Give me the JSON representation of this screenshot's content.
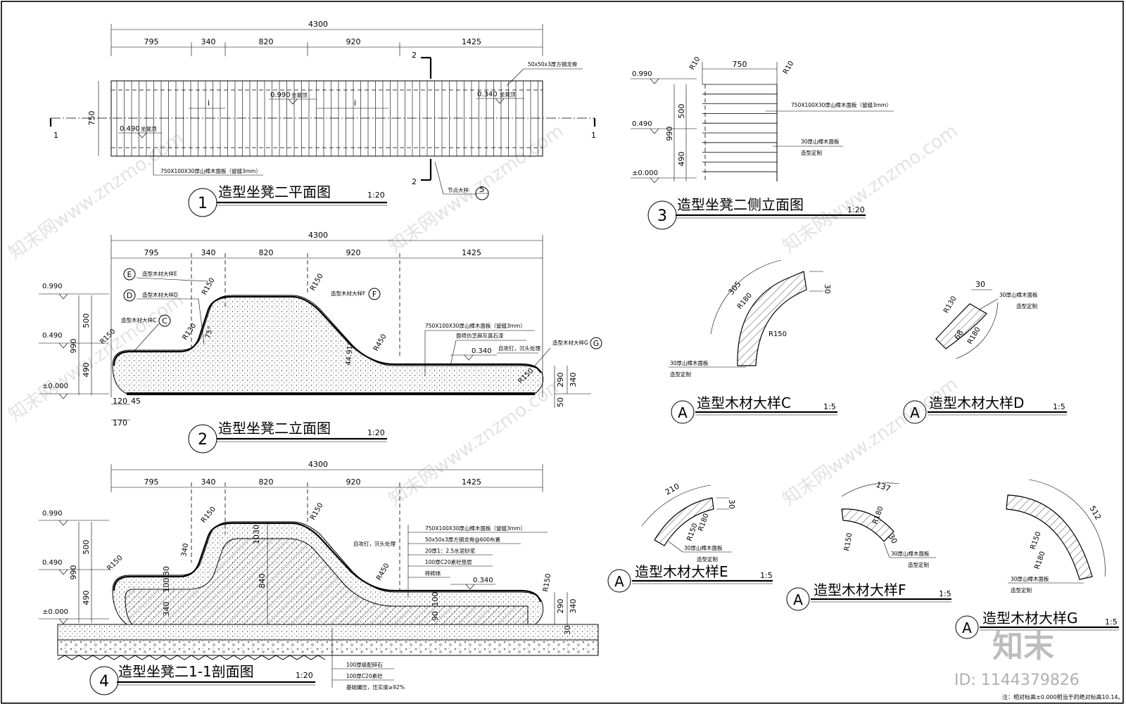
{
  "dims": {
    "overall": "4300",
    "segments": [
      "795",
      "340",
      "820",
      "920",
      "1425"
    ],
    "plan_depth": "750",
    "side_width": "750",
    "side_heights": [
      "500",
      "490"
    ],
    "side_total": "990",
    "elev_extra": [
      "120",
      "45",
      "170"
    ],
    "elev_right": [
      "290",
      "340",
      "50"
    ],
    "sec_right": [
      "290",
      "340"
    ],
    "sec_inner": [
      "840",
      "1030",
      "100",
      "30",
      "340",
      "100",
      "90",
      "30"
    ]
  },
  "levels": {
    "l990": "0.990",
    "l490": "0.490",
    "l000": "±0.000",
    "l340": "0.340"
  },
  "radii": {
    "r150": "R150",
    "r130": "R130",
    "r450": "R450",
    "r10": "R10",
    "r180": "R180",
    "angle": "75°",
    "angle2": "44.91°"
  },
  "plan": {
    "title": "造型坐凳二平面图",
    "scale": "1:20",
    "num": "1",
    "seat_top": "坐凳顶",
    "steel": "50x50x3厚方钢龙骨",
    "board": "750X100X30厚山樟木面板（留缝3mm）",
    "detail_ref": "节点大样",
    "detail_num": "5",
    "cut1": "1",
    "cut2": "2",
    "i": "i"
  },
  "side": {
    "title": "造型坐凳二侧立面图",
    "scale": "1:20",
    "num": "3",
    "board": "750X100X30厚山樟木面板（留缝3mm）",
    "board2": "30厚山樟木面板",
    "custom": "造型定制"
  },
  "elev": {
    "title": "造型坐凳二立面图",
    "scale": "1:20",
    "num": "2",
    "ref_e": "造型木材大样E",
    "ref_d": "造型木材大样D",
    "ref_c": "造型木材大样C",
    "ref_f": "造型木材大样F",
    "ref_g": "造型木材大样G",
    "board": "750X100X30厚山樟木面板（留缝3mm）",
    "stone": "面喷仿芝麻灰真石漆",
    "nail": "自攻钉，沉头处理",
    "le": "E",
    "ld": "D",
    "lc": "C",
    "lf": "F",
    "lg": "G"
  },
  "section": {
    "title": "造型坐凳二1-1剖面图",
    "scale": "1:20",
    "num": "4",
    "layers": [
      "750X100X30厚山樟木面板（留缝3mm）",
      "50x50x3厚方钢龙骨@600布置",
      "20厚1：2.5水泥砂浆",
      "100厚C20素砼垫层",
      "砖砌体"
    ],
    "nail": "自攻钉，沉头处理",
    "base": [
      "100厚级配碎石",
      "100厚C20素砼",
      "基础碾压，压实度≥92%"
    ]
  },
  "details": {
    "c": {
      "title": "造型木材大样C",
      "scale": "1:5",
      "arc": "305",
      "thk": "30",
      "r_out": "R180",
      "r_in": "R150"
    },
    "d": {
      "title": "造型木材大样D",
      "scale": "1:5",
      "thk": "30",
      "r_out": "R180",
      "r_in": "R130",
      "arc": "68"
    },
    "e": {
      "title": "造型木材大样E",
      "scale": "1:5",
      "arc": "210",
      "thk": "30",
      "r_out": "R180",
      "r_in": "R150"
    },
    "f": {
      "title": "造型木材大样F",
      "scale": "1:5",
      "arc": "137",
      "thk": "30",
      "r_out": "R180",
      "r_in": "R150"
    },
    "g": {
      "title": "造型木材大样G",
      "scale": "1:5",
      "arc": "512",
      "r_out": "R180",
      "r_in": "R150"
    },
    "marker": "A",
    "board": "30厚山樟木面板",
    "custom": "造型定制"
  },
  "footer": {
    "note": "注：相对标高±0.000相当于的绝对标高10.14。",
    "id": "ID: 1144379826",
    "logo": "知末"
  },
  "watermark": "知末网www.znzmo.com"
}
